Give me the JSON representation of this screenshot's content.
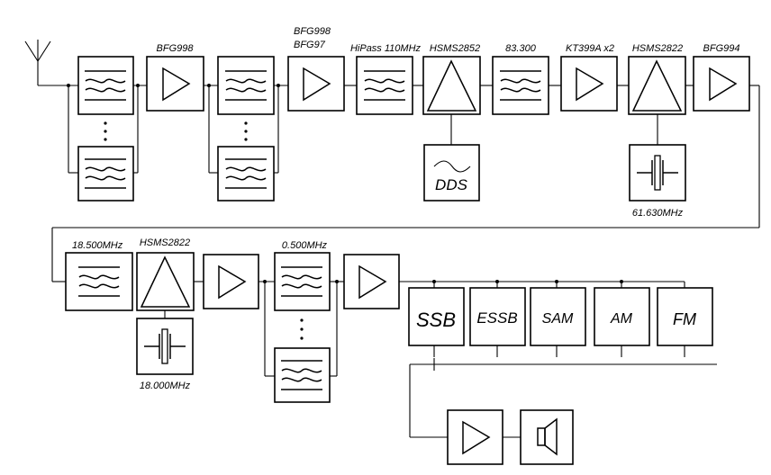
{
  "labels": {
    "amp1": "BFG998",
    "amp2_line1": "BFG998",
    "amp2_line2": "BFG97",
    "hipass": "HiPass 110MHz",
    "mixer1": "HSMS2852",
    "filter_83": "83.300",
    "amp3": "KT399A x2",
    "mixer2": "HSMS2822",
    "amp4": "BFG994",
    "dds": "DDS",
    "xtal1": "61.630MHz",
    "filter_18_5": "18.500MHz",
    "mixer3": "HSMS2822",
    "filter_0_5": "0.500MHz",
    "xtal2": "18.000MHz"
  },
  "demodulators": [
    "SSB",
    "ESSB",
    "SAM",
    "AM",
    "FM"
  ],
  "colors": {
    "stroke": "#000000",
    "background": "#ffffff"
  }
}
